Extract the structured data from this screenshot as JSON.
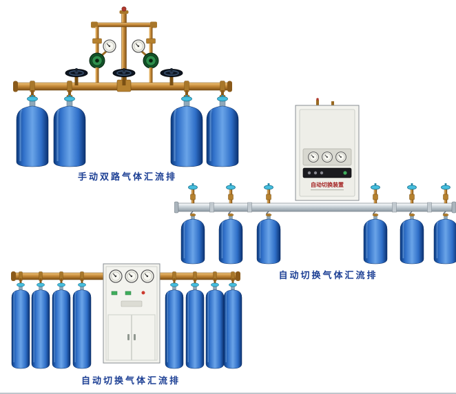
{
  "page": {
    "background": "#ffffff",
    "language": "zh-CN"
  },
  "products": [
    {
      "label": "手动双路气体汇流排",
      "kind": "manual-dual-gas-manifold",
      "cylinder_count": 4,
      "gauge_count": 2,
      "regulator_count": 2,
      "handwheel_count": 3
    },
    {
      "label": "自动切换气体汇流排",
      "kind": "auto-switch-gas-manifold",
      "cylinder_count": 6,
      "cabinet_label": "自动切换装置",
      "cabinet_gauge_count": 3
    },
    {
      "label": "自动切换气体汇流排",
      "kind": "auto-switch-gas-manifold",
      "cylinder_count": 8,
      "cabinet_gauge_count": 3
    }
  ],
  "colors": {
    "caption_text": "#1c3f94",
    "cylinder_blue": "#2f6fc8",
    "brass_pipe": "#c78b3a",
    "steel_pipe": "#cdd6dc",
    "valve_knob_cyan": "#46bede",
    "regulator_green": "#2e8f4c",
    "cabinet_white": "#f3f3ee",
    "cabinet_label_red": "#a42222"
  }
}
